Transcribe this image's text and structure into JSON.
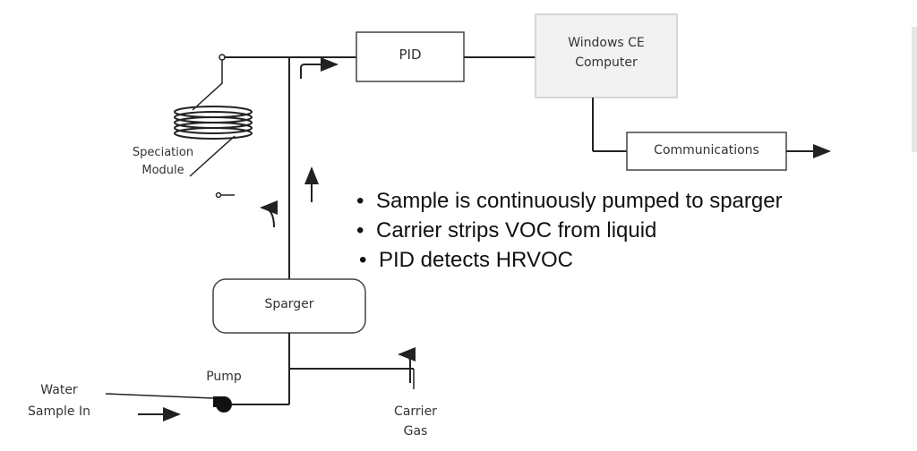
{
  "diagram": {
    "nodes": {
      "pid": "PID",
      "computer_line1": "Windows CE",
      "computer_line2": "Computer",
      "communications": "Communications",
      "sparger": "Sparger",
      "pump": "Pump",
      "speciation_line1": "Speciation",
      "speciation_line2": "Module",
      "water_line1": "Water",
      "water_line2": "Sample In",
      "carrier_line1": "Carrier",
      "carrier_line2": "Gas"
    },
    "bullets": [
      "Sample is continuously pumped to sparger",
      "Carrier strips VOC from liquid",
      "PID detects HRVOC"
    ],
    "colors": {
      "line": "#222222",
      "box_stroke": "#444444",
      "computer_fill": "#f2f2f2",
      "text": "#333333"
    }
  }
}
